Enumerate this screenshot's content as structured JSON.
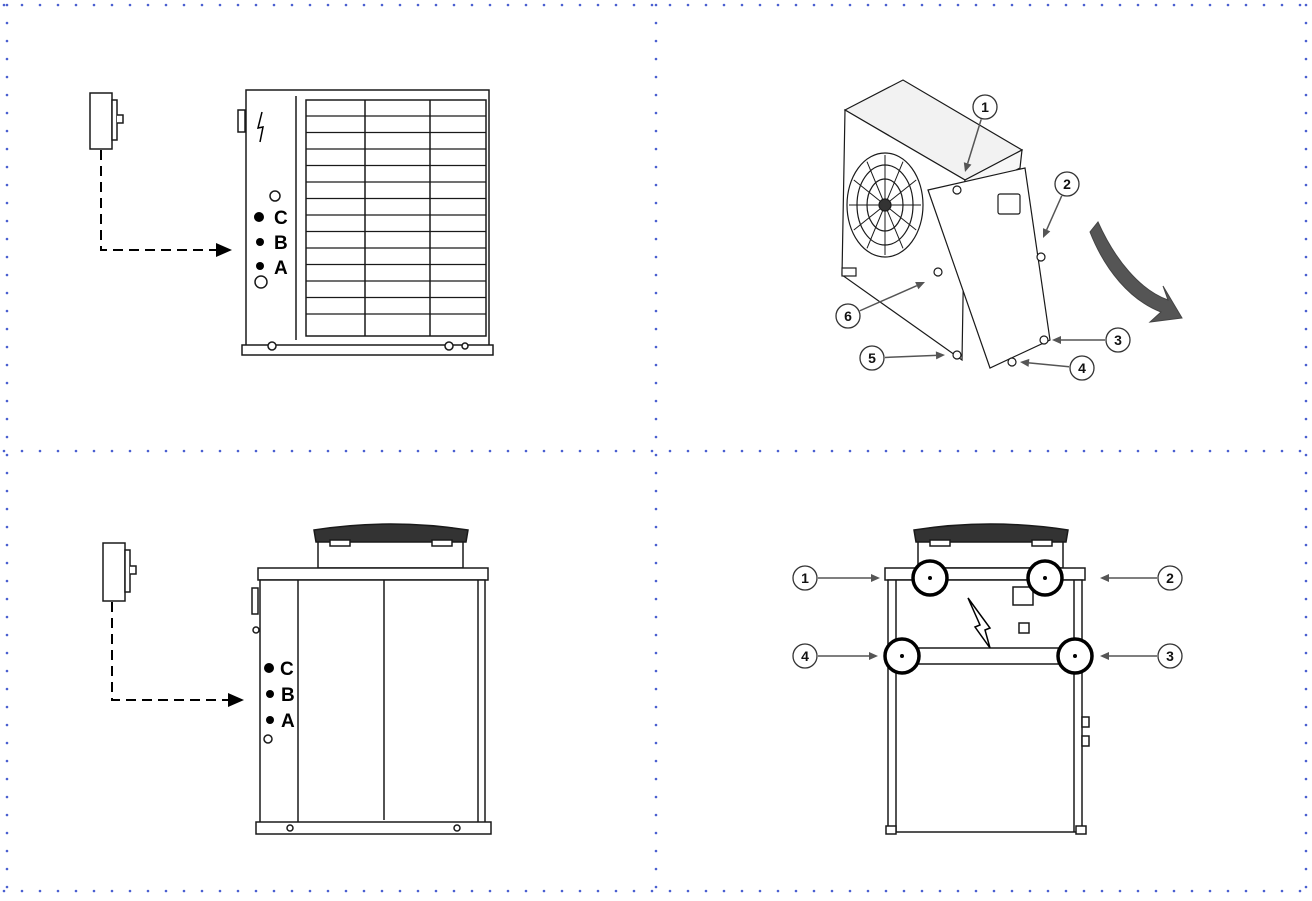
{
  "colors": {
    "grid_dots": "#4a5fd0",
    "line": "#1a1a1a",
    "fill_light": "#f2f2f2",
    "arrow_gray": "#555555",
    "big_arrow": "#555555"
  },
  "panels": {
    "top_left": {
      "labels": [
        "C",
        "B",
        "A"
      ],
      "icons": [
        "electric-hazard-icon"
      ]
    },
    "top_right": {
      "callouts": [
        "1",
        "2",
        "3",
        "4",
        "5",
        "6"
      ]
    },
    "bottom_left": {
      "labels": [
        "C",
        "B",
        "A"
      ]
    },
    "bottom_right": {
      "callouts": [
        "1",
        "2",
        "3",
        "4"
      ],
      "icons": [
        "electric-hazard-icon"
      ]
    }
  }
}
